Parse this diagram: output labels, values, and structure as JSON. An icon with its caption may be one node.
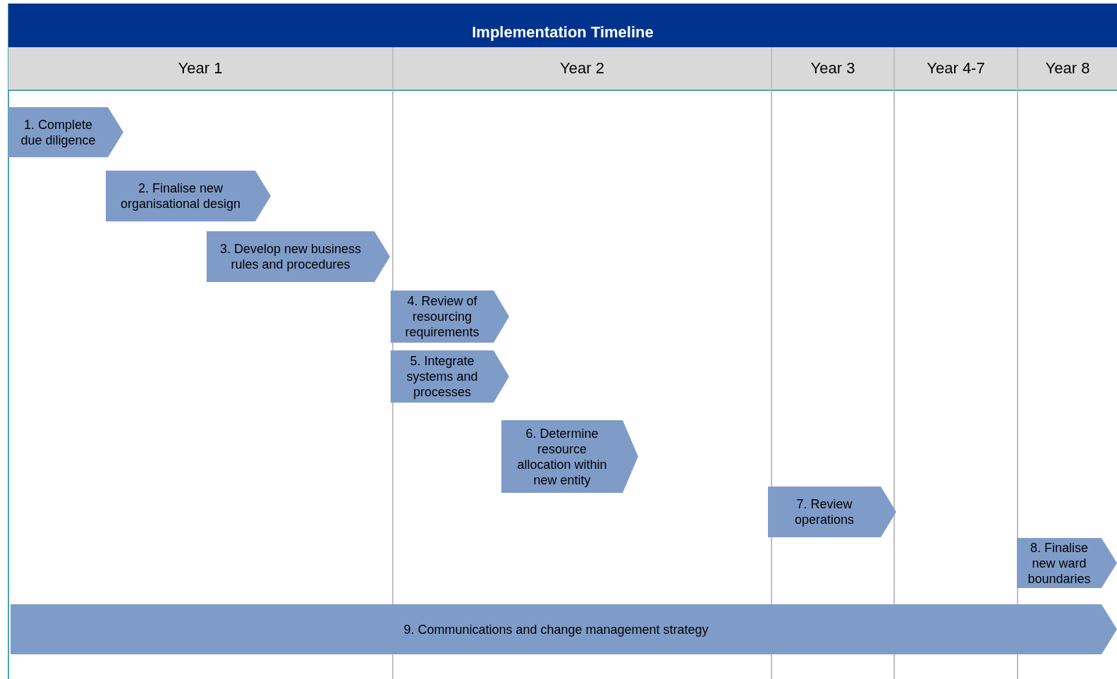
{
  "diagram": {
    "title": "Implementation Timeline",
    "nodes": [
      {
        "text": [
          "1. Complete due diligence"
        ]
      },
      {
        "text": [
          "2. Finalise new organisational design"
        ]
      },
      {
        "text": [
          "3. Develop new business rules and procedures"
        ]
      },
      {
        "text": [
          "4. Review of resourcing requirements"
        ]
      },
      {
        "text": [
          "5. Integrate systems and processes"
        ]
      },
      {
        "text": [
          "6. Determine resource allocation within new entity"
        ]
      },
      {
        "text": [
          "7. Review operations"
        ]
      },
      {
        "text": [
          "8. Finalise new ward boundaries"
        ]
      },
      {
        "text": [
          "9. Communications and change management strategy"
        ]
      }
    ],
    "edges": [],
    "labels": [
      "Year 1",
      "Year 2",
      "Year 3",
      "Year 4-7",
      "Year 8"
    ]
  }
}
